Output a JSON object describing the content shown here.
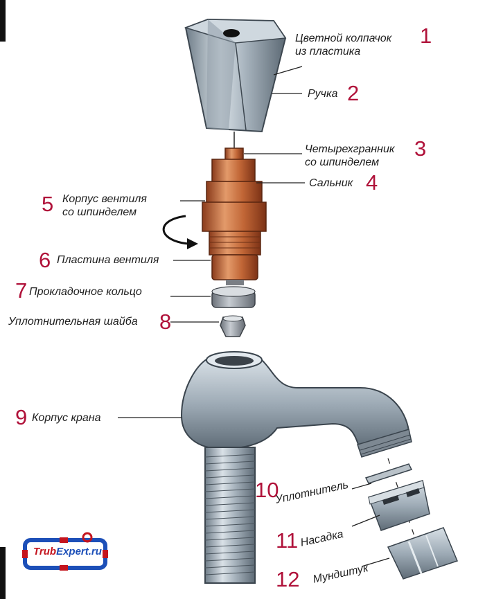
{
  "parts": [
    {
      "num": "1",
      "lines": [
        "Цветной колпачок",
        "из пластика"
      ]
    },
    {
      "num": "2",
      "lines": [
        "Ручка"
      ]
    },
    {
      "num": "3",
      "lines": [
        "Четырехгранник",
        "со шпинделем"
      ]
    },
    {
      "num": "4",
      "lines": [
        "Сальник"
      ]
    },
    {
      "num": "5",
      "lines": [
        "Корпус вентиля",
        "со шпинделем"
      ]
    },
    {
      "num": "6",
      "lines": [
        "Пластина вентиля"
      ]
    },
    {
      "num": "7",
      "lines": [
        "Прокладочное кольцо"
      ]
    },
    {
      "num": "8",
      "lines": [
        "Уплотнительная шайба"
      ]
    },
    {
      "num": "9",
      "lines": [
        "Корпус крана"
      ]
    },
    {
      "num": "10",
      "lines": [
        "Уплотнитель"
      ]
    },
    {
      "num": "11",
      "lines": [
        "Насадка"
      ]
    },
    {
      "num": "12",
      "lines": [
        "Мундштук"
      ]
    }
  ],
  "logo": {
    "part1": "Trub",
    "part2": "Expert.ru"
  },
  "colors": {
    "number": "#b0123a",
    "chrome": "#a9b4bd",
    "brass": "#c46a3a"
  }
}
